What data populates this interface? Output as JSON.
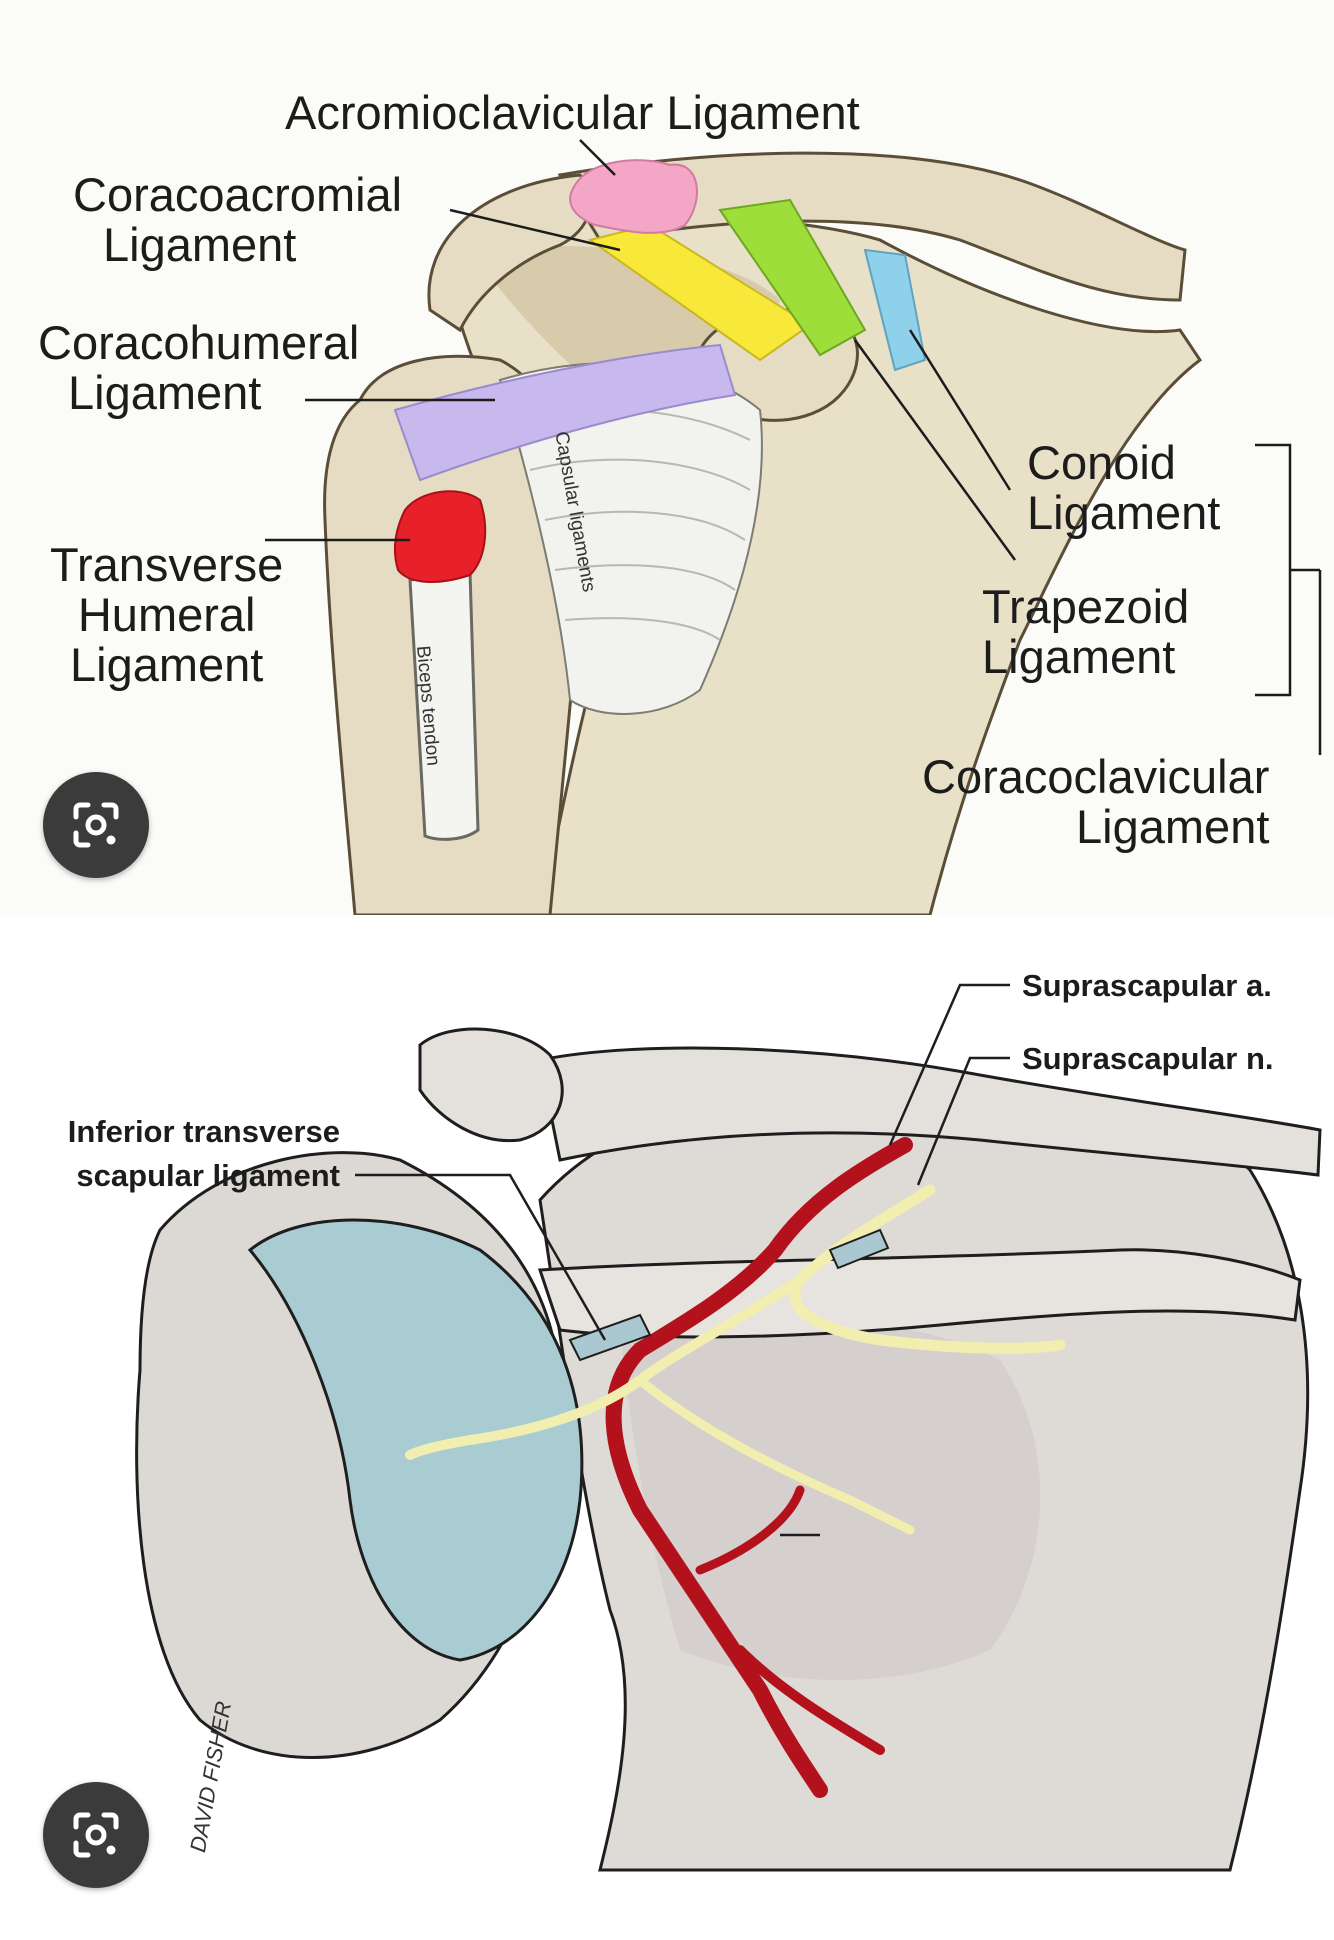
{
  "top_diagram": {
    "labels": {
      "acromioclavicular": "Acromioclavicular Ligament",
      "coracoacromial": [
        "Coracoacromial",
        "Ligament"
      ],
      "coracohumeral": [
        "Coracohumeral",
        "Ligament"
      ],
      "transverse_humeral": [
        "Transverse",
        "Humeral",
        "Ligament"
      ],
      "conoid": [
        "Conoid",
        "Ligament"
      ],
      "trapezoid": [
        "Trapezoid",
        "Ligament"
      ],
      "coracoclavicular": [
        "Coracoclavicular",
        "Ligament"
      ],
      "capsular": "Capsular ligaments",
      "biceps": "Biceps tendon"
    },
    "colors": {
      "acromioclavicular": "#f4a6c6",
      "coracoacromial": "#f8e83a",
      "trapezoid_band": "#9ede3a",
      "conoid_band": "#8fd0ea",
      "coracohumeral": "#c7b9ee",
      "transverse_humeral": "#e8202a",
      "bone": "#e6dcc3"
    }
  },
  "bottom_diagram": {
    "labels": {
      "suprascapular_a": "Suprascapular a.",
      "suprascapular_n": "Suprascapular n.",
      "inferior_transverse": [
        "Inferior transverse",
        "scapular ligament"
      ]
    },
    "signature": "DAVID FISHER",
    "colors": {
      "artery": "#b3121c",
      "nerve": "#f1eeb0",
      "glenoid": "#a8ccd2",
      "ligament": "#a9c8cf",
      "bone": "#ddd9d6"
    }
  },
  "icons": {
    "lens_button": "google-lens-icon"
  }
}
